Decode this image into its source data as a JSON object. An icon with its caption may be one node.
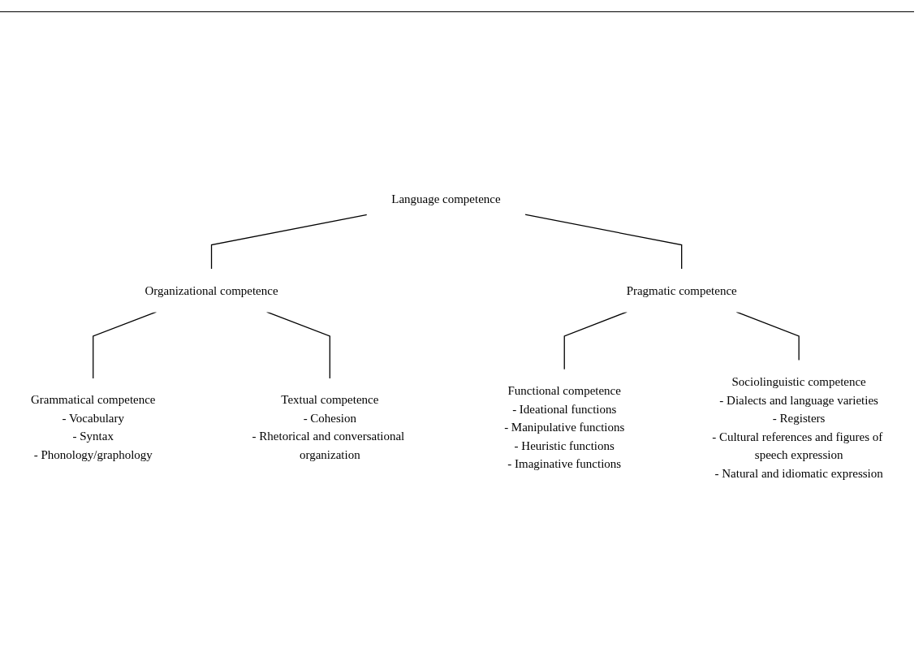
{
  "diagram": {
    "nodes": [
      {
        "text": [
          "Language competence"
        ]
      },
      {
        "text": [
          "Organizational competence"
        ]
      },
      {
        "text": [
          "Pragmatic competence"
        ]
      },
      {
        "text": [
          "Grammatical competence",
          "- Vocabulary",
          "- Syntax",
          "- Phonology/graphology"
        ]
      },
      {
        "text": [
          "Textual competence",
          "- Cohesion",
          "- Rhetorical and conversational organization"
        ]
      },
      {
        "text": [
          "Functional competence",
          "- Ideational functions",
          "- Manipulative functions",
          "- Heuristic functions",
          "- Imaginative functions"
        ]
      },
      {
        "text": [
          "Sociolinguistic competence",
          "- Dialects and language varieties",
          "- Registers",
          "- Cultural references and figures of speech expression",
          "- Natural and idiomatic expression"
        ]
      }
    ],
    "edges": [
      {
        "from": 0,
        "to": 1,
        "arrow": "none"
      },
      {
        "from": 0,
        "to": 2,
        "arrow": "none"
      },
      {
        "from": 1,
        "to": 3,
        "arrow": "none"
      },
      {
        "from": 1,
        "to": 4,
        "arrow": "none"
      },
      {
        "from": 2,
        "to": 5,
        "arrow": "none"
      },
      {
        "from": 2,
        "to": 6,
        "arrow": "none"
      }
    ]
  }
}
